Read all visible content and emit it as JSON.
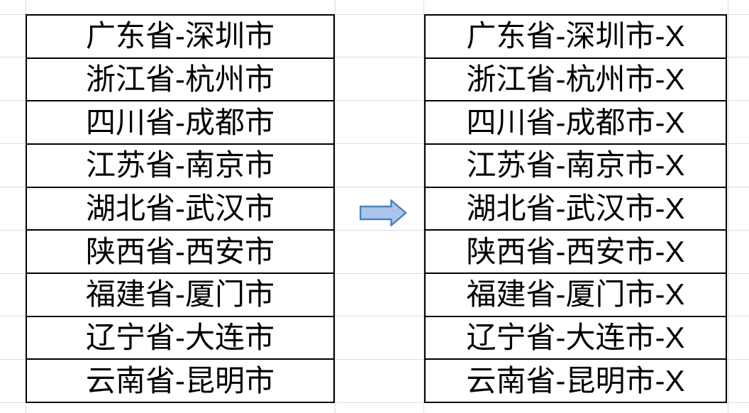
{
  "sheet": {
    "source_table": {
      "rows": [
        "广东省-深圳市",
        "浙江省-杭州市",
        "四川省-成都市",
        "江苏省-南京市",
        "湖北省-武汉市",
        "陕西省-西安市",
        "福建省-厦门市",
        "辽宁省-大连市",
        "云南省-昆明市"
      ]
    },
    "result_table": {
      "rows": [
        "广东省-深圳市-X",
        "浙江省-杭州市-X",
        "四川省-成都市-X",
        "江苏省-南京市-X",
        "湖北省-武汉市-X",
        "陕西省-西安市-X",
        "福建省-厦门市-X",
        "辽宁省-大连市-X",
        "云南省-昆明市-X"
      ]
    },
    "arrow": {
      "icon": "right-block-arrow",
      "fill_color": "#A9C6EA",
      "stroke_color": "#4D81B9"
    },
    "colors": {
      "gridline": "#DCDCDC",
      "table_border": "#000000",
      "text": "#000000",
      "background": "#FFFFFF"
    }
  }
}
